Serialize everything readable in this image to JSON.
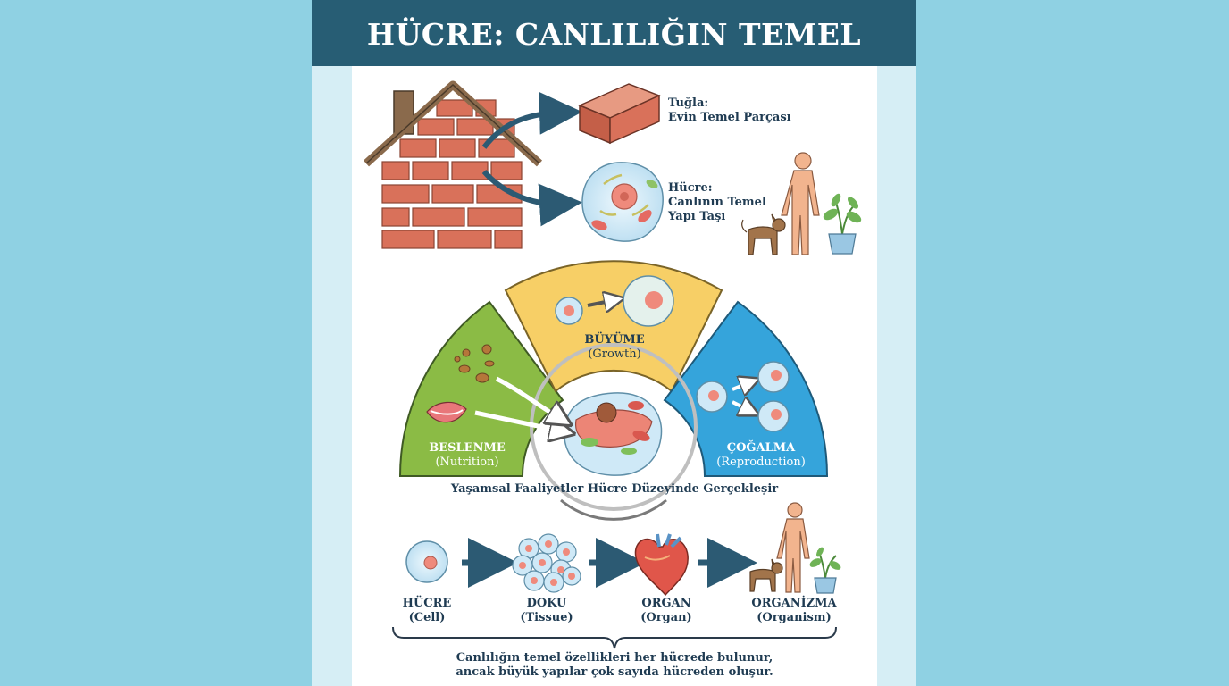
{
  "title": "HÜCRE: CANLILIĞIN TEMEL BİRİMİ",
  "analogy": {
    "brick_label": [
      "Tuğla:",
      "Evin Temel Parçası"
    ],
    "cell_label": [
      "Hücre:",
      "Canlının Temel",
      "Yapı Taşı"
    ]
  },
  "activities": {
    "growth": {
      "name": "BÜYÜME",
      "en": "(Growth)"
    },
    "nutrition": {
      "name": "BESLENME",
      "en": "(Nutrition)"
    },
    "reproduction": {
      "name": "ÇOĞALMA",
      "en": "(Reproduction)"
    },
    "caption": "Yaşamsal Faaliyetler Hücre Düzeyinde Gerçekleşir"
  },
  "levels": [
    {
      "name": "HÜCRE",
      "en": "(Cell)"
    },
    {
      "name": "DOKU",
      "en": "(Tissue)"
    },
    {
      "name": "ORGAN",
      "en": "(Organ)"
    },
    {
      "name": "ORGANİZMA",
      "en": "(Organism)"
    }
  ],
  "footer": [
    "Canlılığın temel özellikleri her hücrede bulunur,",
    "ancak büyük yapılar çok sayıda hücreden oluşur."
  ],
  "colors": {
    "title_bar": "#275d74",
    "brick": "#d9715a",
    "arrow": "#2c5a73",
    "nutrition": "#8bbb45",
    "growth": "#f7cf66",
    "reproduction": "#35a4db",
    "skin": "#f2b48e",
    "cell": "#cfe9f7"
  },
  "icons": [
    "house-icon",
    "brick-icon",
    "cell-icon",
    "human-icon",
    "dog-icon",
    "plant-icon",
    "lips-icon",
    "food-particles-icon",
    "tissue-icon",
    "heart-icon"
  ]
}
